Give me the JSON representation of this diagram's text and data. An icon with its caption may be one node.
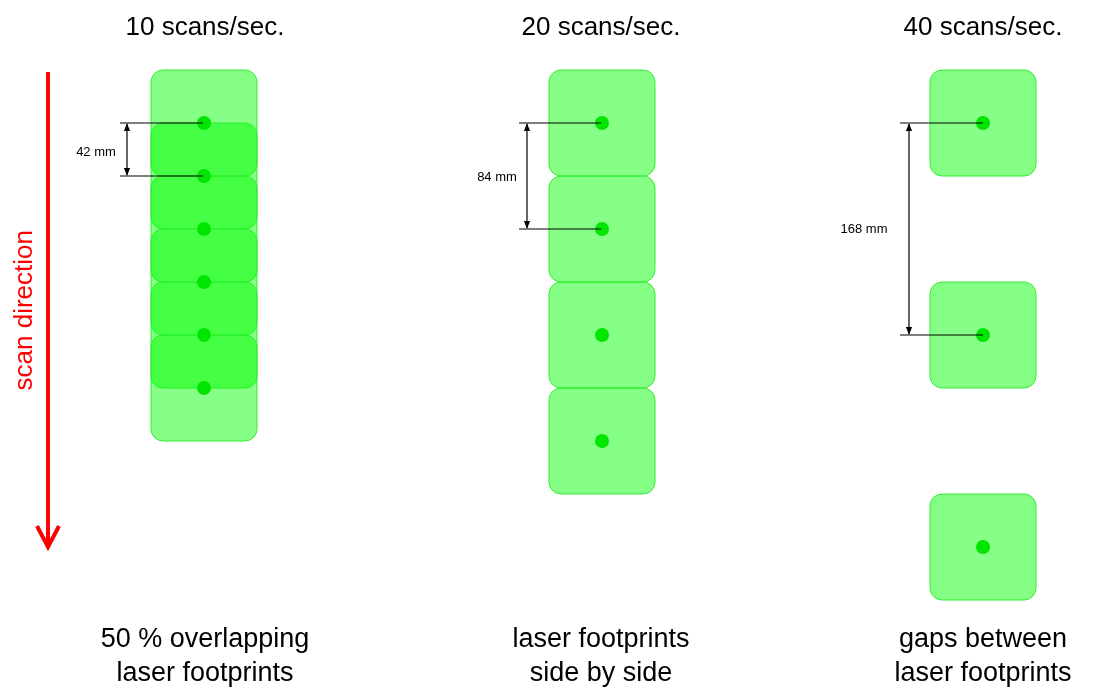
{
  "diagram": {
    "labels": [
      "10 scans/sec.",
      "20 scans/sec.",
      "40 scans/sec.",
      "scan direction",
      "42 mm",
      "84 mm",
      "168 mm",
      "50 % overlapping laser footprints",
      "laser footprints side by side",
      "gaps between laser footprints"
    ]
  }
}
